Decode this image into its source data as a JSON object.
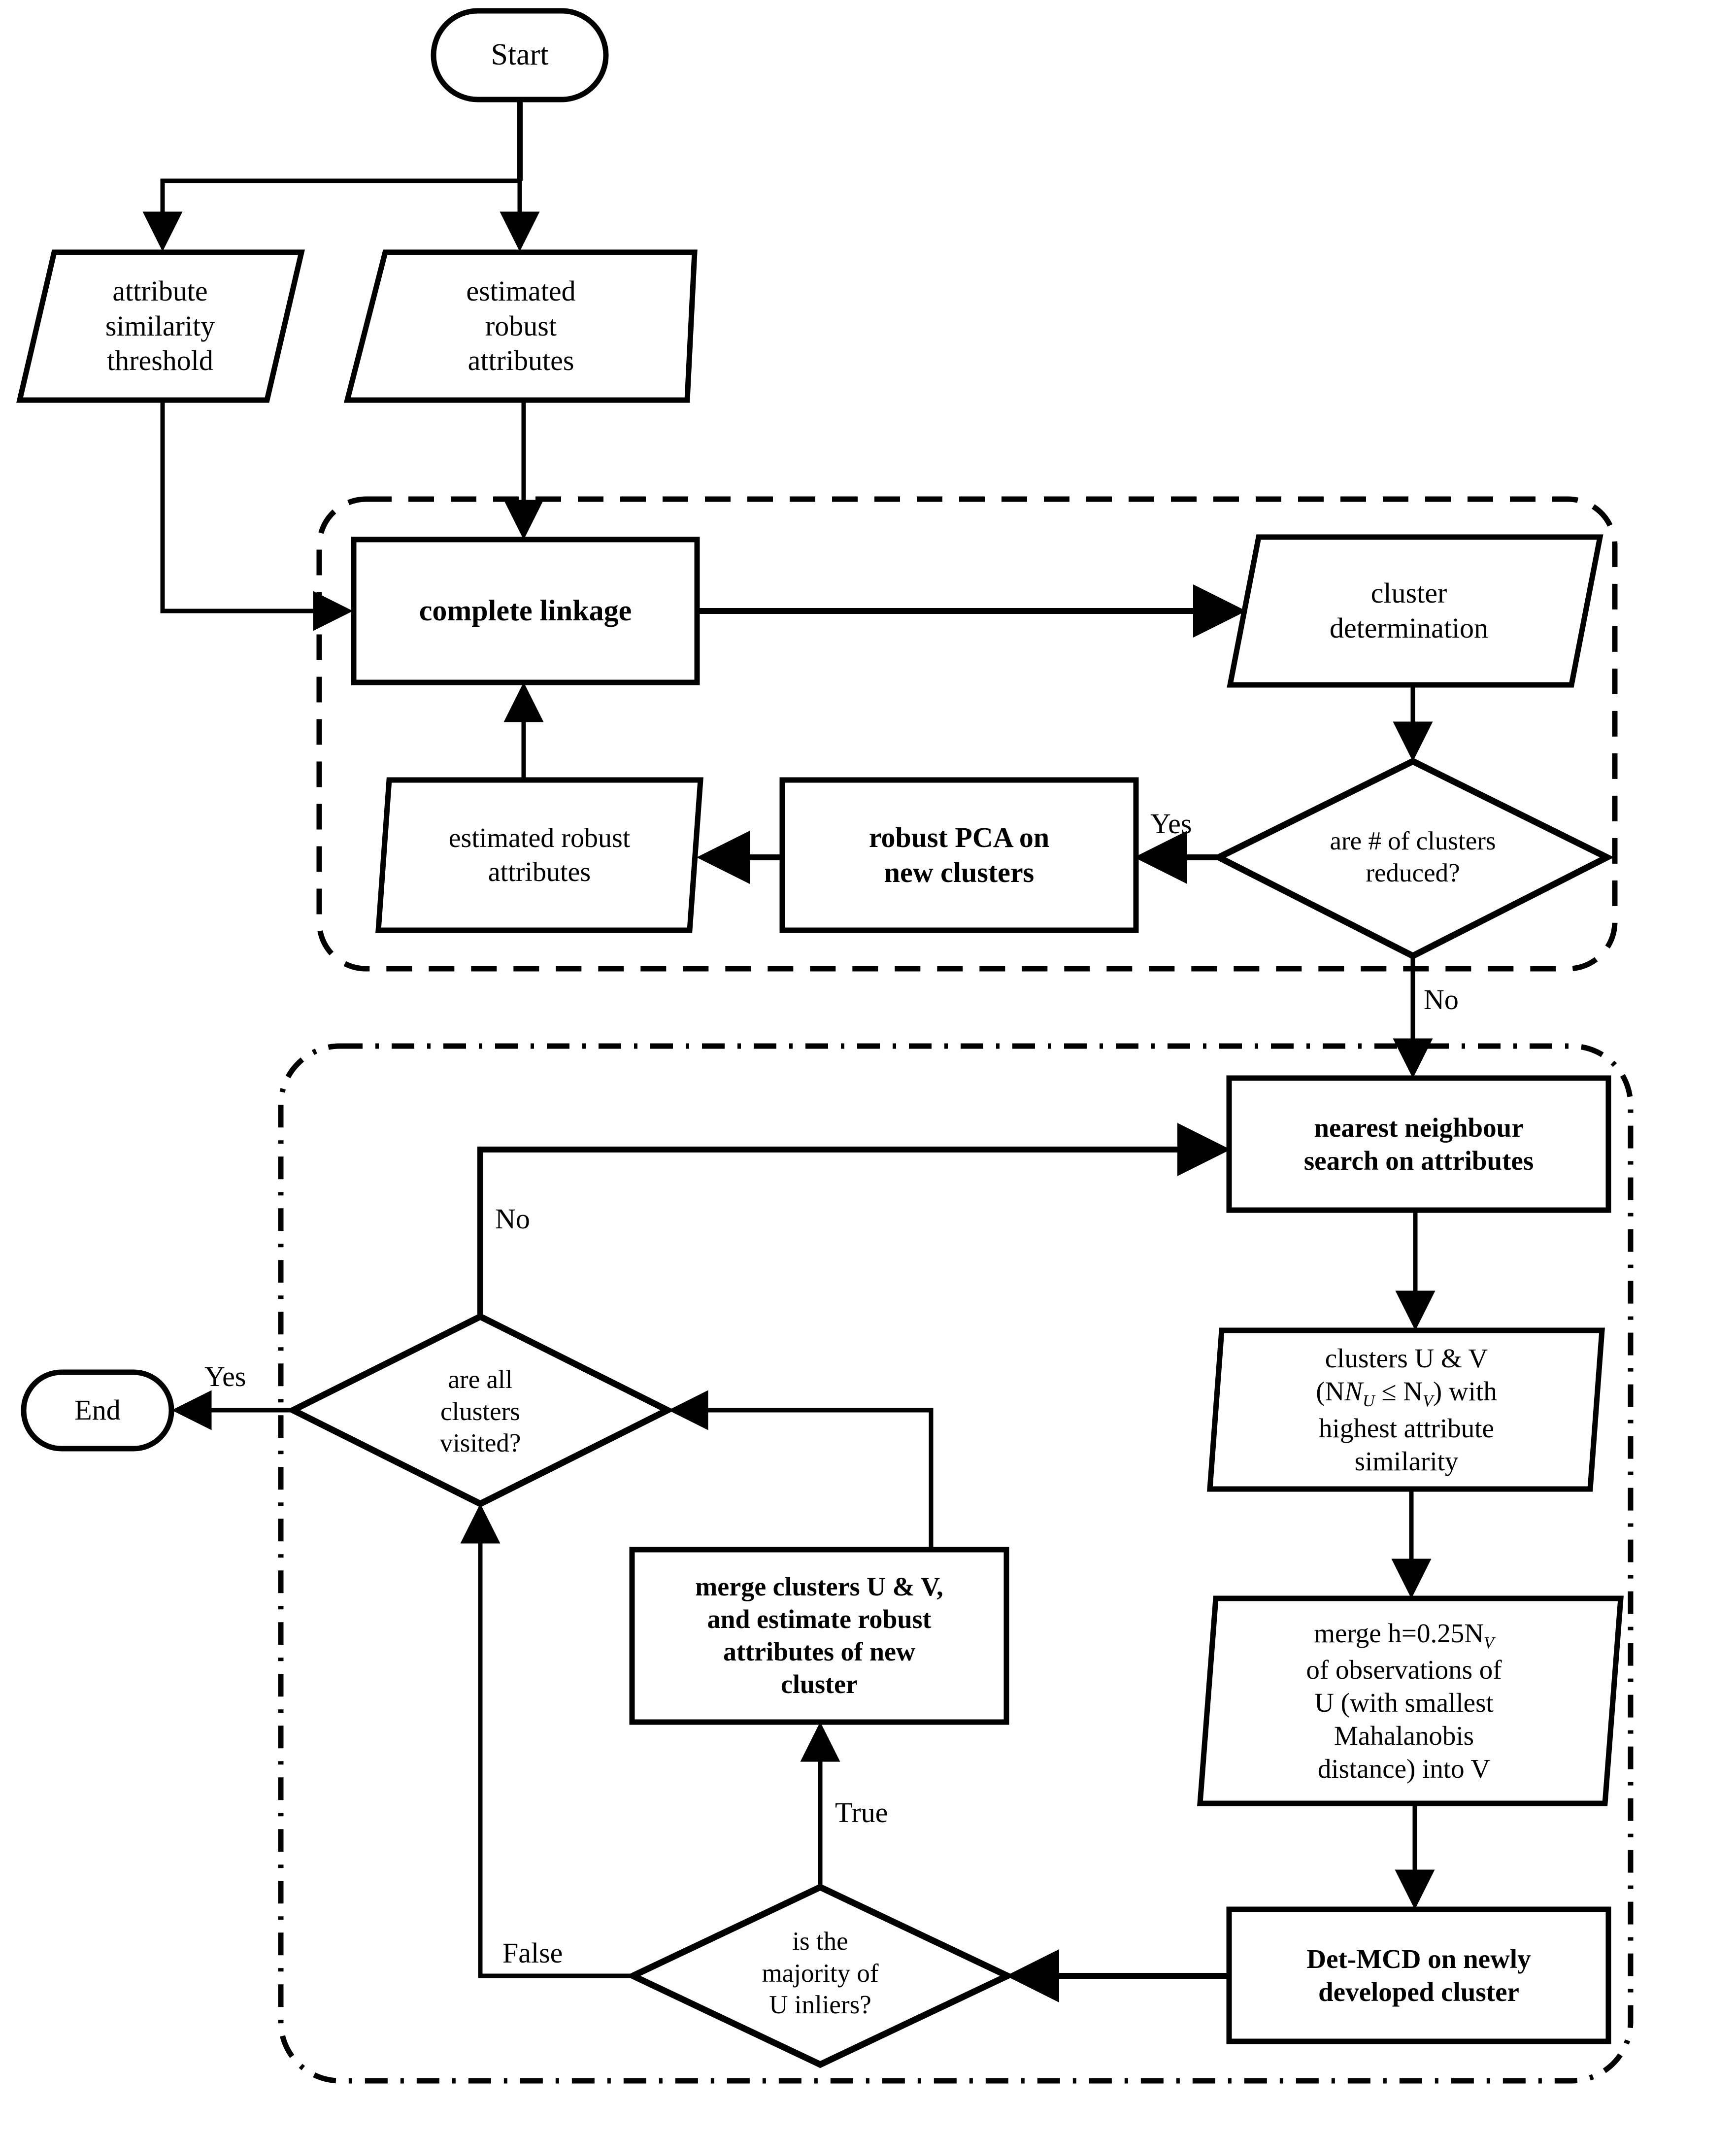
{
  "diagram": {
    "title": "Robust clustering algorithm flowchart",
    "colors": {
      "stroke": "#000000",
      "fill": "#ffffff",
      "text": "#000000"
    },
    "nodes": {
      "start": {
        "label": "Start",
        "shape": "terminator"
      },
      "attribute_similarity_threshold": {
        "label": "attribute\nsimilarity\nthreshold",
        "shape": "parallelogram"
      },
      "estimated_robust_attributes_top": {
        "label": "estimated\nrobust\nattributes",
        "shape": "parallelogram"
      },
      "complete_linkage": {
        "label": "complete linkage",
        "shape": "process"
      },
      "cluster_determination": {
        "label": "cluster\ndetermination",
        "shape": "parallelogram"
      },
      "are_clusters_reduced": {
        "label": "are # of clusters\nreduced?",
        "shape": "decision"
      },
      "robust_pca_on_new_clusters": {
        "label": "robust PCA on\nnew clusters",
        "shape": "process"
      },
      "estimated_robust_attributes_loop": {
        "label": "estimated robust\nattributes",
        "shape": "parallelogram"
      },
      "nearest_neighbour_search": {
        "label": "nearest neighbour\nsearch on attributes",
        "shape": "process"
      },
      "clusters_u_v": {
        "shape": "parallelogram",
        "line1": "clusters U & V",
        "line2_prefix": "(N",
        "line2_sub1": "U",
        "line2_mid": " ≤ N",
        "line2_sub2": "V",
        "line2_suffix": ") with",
        "line3": "highest attribute",
        "line4": "similarity"
      },
      "merge_observations": {
        "shape": "parallelogram",
        "line1_prefix": "merge h=0.25N",
        "line1_sub": "V",
        "line2": "of observations of",
        "line3": "U (with smallest",
        "line4": "Mahalanobis",
        "line5": "distance) into V"
      },
      "det_mcd": {
        "label": "Det-MCD on newly\ndeveloped cluster",
        "shape": "process"
      },
      "is_majority_u_inliers": {
        "label": "is the\nmajority of\nU inliers?",
        "shape": "decision"
      },
      "merge_clusters_uv": {
        "label": "merge clusters U & V,\nand estimate robust\nattributes of new\ncluster",
        "shape": "process"
      },
      "are_all_clusters_visited": {
        "label": "are all\nclusters\nvisited?",
        "shape": "decision"
      },
      "end": {
        "label": "End",
        "shape": "terminator"
      }
    },
    "edge_labels": {
      "clusters_reduced_yes": "Yes",
      "clusters_reduced_no": "No",
      "all_visited_yes": "Yes",
      "all_visited_no": "No",
      "majority_true": "True",
      "majority_false": "False"
    },
    "groups": {
      "dashed_loop": {
        "style": "dashed"
      },
      "dash_dot_loop": {
        "style": "dash-dot"
      }
    }
  }
}
